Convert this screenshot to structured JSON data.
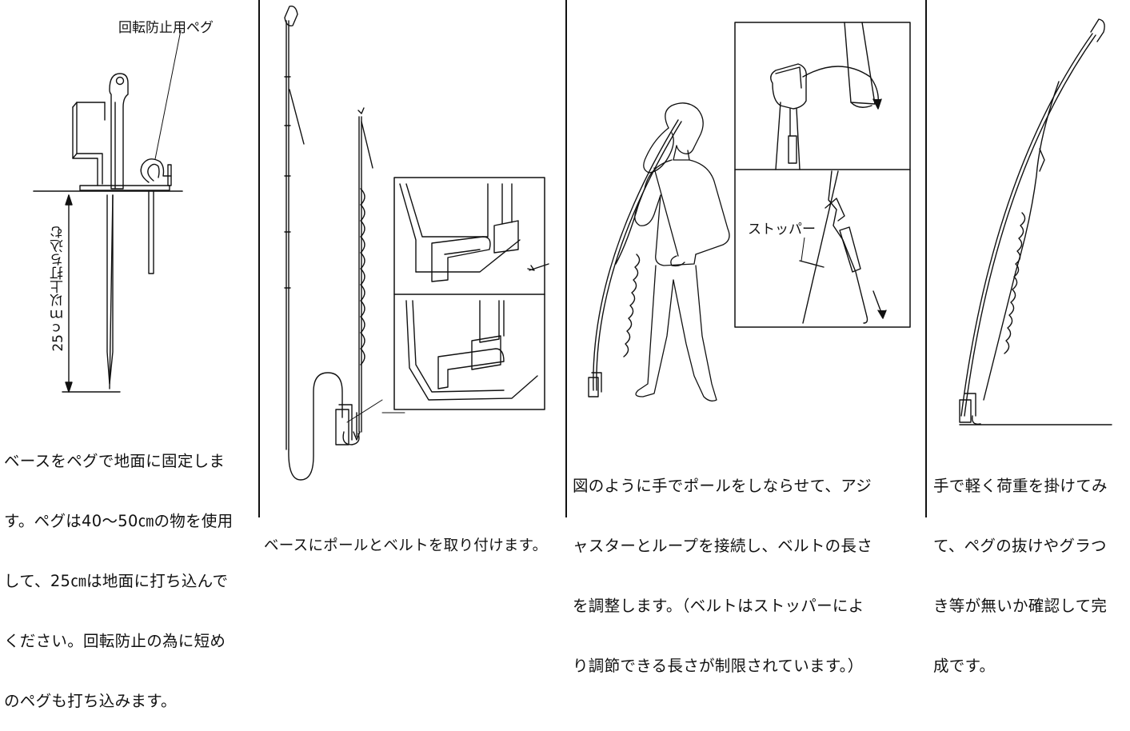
{
  "panel1": {
    "peg_label": "回転防止用ペグ",
    "depth_label": "25ｃｍ以上打ち込む",
    "caption": [
      "ベースをペグで地面に固定しま",
      "す。ペグは40～50㎝の物を使用",
      "して、25㎝は地面に打ち込んで",
      "ください。回転防止の為に短め",
      "のペグも打ち込みます。"
    ]
  },
  "panel2": {
    "caption": "ベースにポールとベルトを取り付けます。"
  },
  "panel3": {
    "stopper_label": "ストッパー",
    "caption": [
      "図のように手でポールをしならせて、アジ",
      "ャスターとループを接続し、ベルトの長さ",
      "を調整します。（ベルトはストッパーによ",
      "り調節できる長さが制限されています。）"
    ]
  },
  "panel4": {
    "caption": [
      "手で軽く荷重を掛けてみ",
      "て、ペグの抜けやグラつ",
      "き等が無いか確認して完",
      "成です。"
    ]
  }
}
